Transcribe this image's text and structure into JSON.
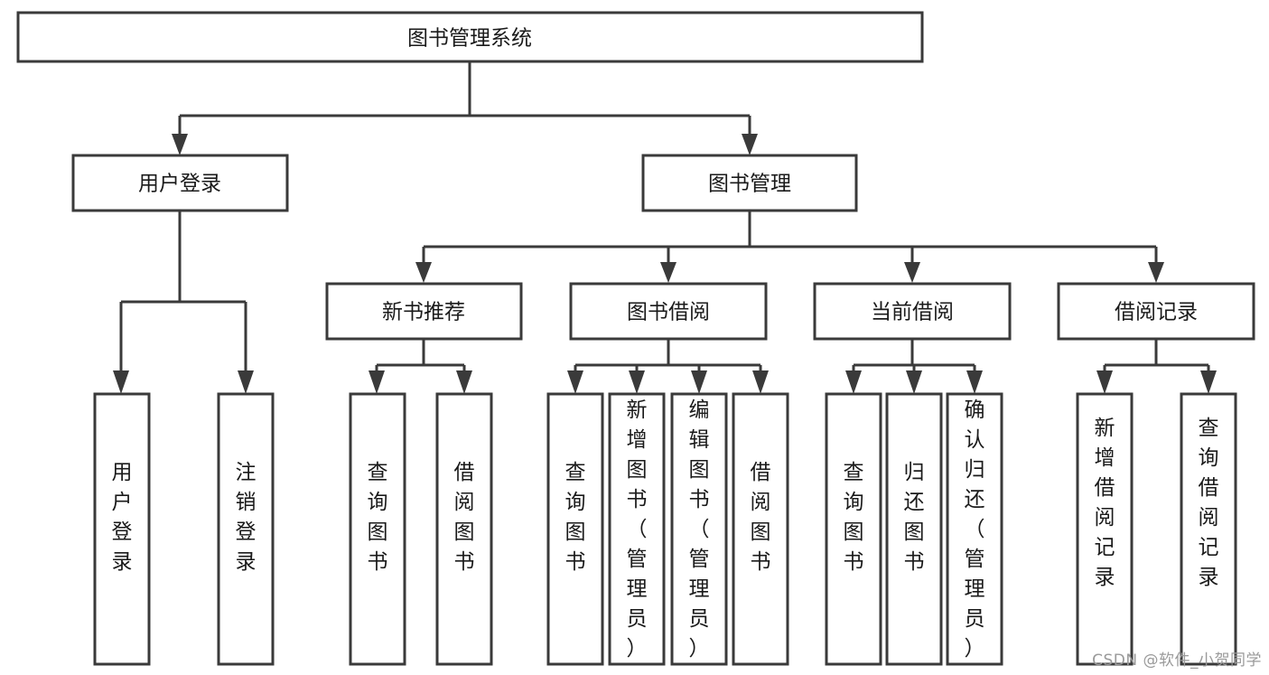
{
  "diagram": {
    "title": "图书管理系统",
    "type": "tree-hierarchy",
    "root": {
      "id": "root",
      "label": "图书管理系统",
      "orientation": "horizontal"
    },
    "level1": [
      {
        "id": "user-login",
        "label": "用户登录",
        "orientation": "horizontal"
      },
      {
        "id": "book-management",
        "label": "图书管理",
        "orientation": "horizontal"
      }
    ],
    "level2": [
      {
        "id": "new-book-recommend",
        "label": "新书推荐",
        "parent": "book-management",
        "orientation": "horizontal"
      },
      {
        "id": "book-borrow",
        "label": "图书借阅",
        "parent": "book-management",
        "orientation": "horizontal"
      },
      {
        "id": "current-borrow",
        "label": "当前借阅",
        "parent": "book-management",
        "orientation": "horizontal"
      },
      {
        "id": "borrow-record",
        "label": "借阅记录",
        "parent": "book-management",
        "orientation": "horizontal"
      }
    ],
    "leaves": [
      {
        "id": "leaf-user-login",
        "label": "用户登录",
        "parent": "user-login",
        "orientation": "vertical"
      },
      {
        "id": "leaf-user-logout",
        "label": "注销登录",
        "parent": "user-login",
        "orientation": "vertical"
      },
      {
        "id": "leaf-query-book-1",
        "label": "查询图书",
        "parent": "new-book-recommend",
        "orientation": "vertical"
      },
      {
        "id": "leaf-borrow-book-1",
        "label": "借阅图书",
        "parent": "new-book-recommend",
        "orientation": "vertical"
      },
      {
        "id": "leaf-query-book-2",
        "label": "查询图书",
        "parent": "book-borrow",
        "orientation": "vertical"
      },
      {
        "id": "leaf-add-book",
        "label": "新增图书（管理员）",
        "parent": "book-borrow",
        "orientation": "vertical"
      },
      {
        "id": "leaf-edit-book",
        "label": "编辑图书（管理员）",
        "parent": "book-borrow",
        "orientation": "vertical"
      },
      {
        "id": "leaf-borrow-book-2",
        "label": "借阅图书",
        "parent": "book-borrow",
        "orientation": "vertical"
      },
      {
        "id": "leaf-query-book-3",
        "label": "查询图书",
        "parent": "current-borrow",
        "orientation": "vertical"
      },
      {
        "id": "leaf-return-book",
        "label": "归还图书",
        "parent": "current-borrow",
        "orientation": "vertical"
      },
      {
        "id": "leaf-confirm-return",
        "label": "确认归还（管理员）",
        "parent": "current-borrow",
        "orientation": "vertical"
      },
      {
        "id": "leaf-add-record",
        "label": "新增借阅记录",
        "parent": "borrow-record",
        "orientation": "vertical"
      },
      {
        "id": "leaf-query-record",
        "label": "查询借阅记录",
        "parent": "borrow-record",
        "orientation": "vertical"
      }
    ],
    "watermark": "CSDN @软件_小贺同学",
    "colors": {
      "stroke": "#3a3a3a",
      "fill": "#ffffff",
      "text": "#1a1a1a",
      "watermark": "#9a9a9a",
      "background": "#ffffff"
    }
  }
}
